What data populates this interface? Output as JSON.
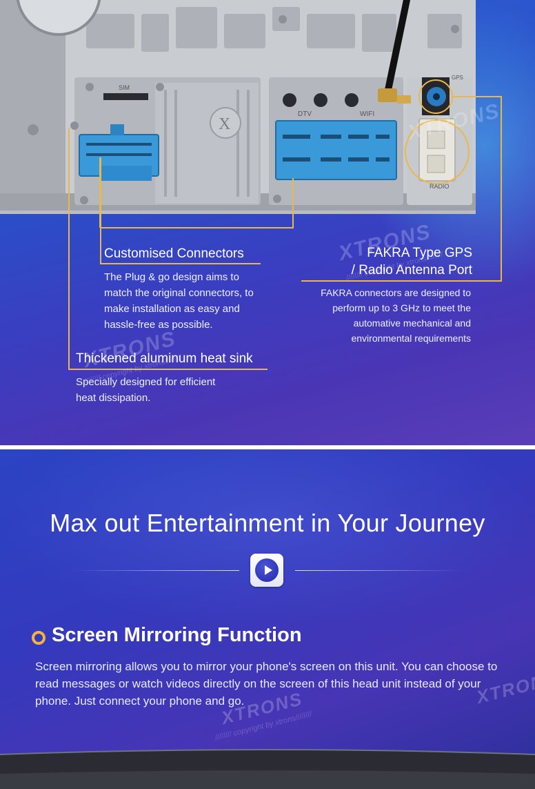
{
  "unit": {
    "labels": {
      "sim": "SIM",
      "dtv": "DTV",
      "wifi": "WIFI",
      "gps": "GPS",
      "radio": "RADIO"
    },
    "logo_icon": "xtrons-x-logo-icon"
  },
  "callouts": {
    "connectors": {
      "title": "Customised Connectors",
      "body": "The Plug & go design aims to match the original connectors, to make installation as easy and hassle-free as possible."
    },
    "fakra": {
      "title_line1": "FAKRA Type GPS",
      "title_line2": "/ Radio Antenna Port",
      "body": "FAKRA connectors are designed to perform up to 3 GHz to meet the automative mechanical and environmental requirements"
    },
    "heatsink": {
      "title": "Thickened aluminum heat sink",
      "body": "Specially designed for efficient heat dissipation."
    }
  },
  "watermarks": {
    "brand": "XTRONS",
    "registered": "®",
    "copyright": "//////// copyright by xtrons////////"
  },
  "section": {
    "headline": "Max out Entertainment in Your Journey",
    "play_icon": "play-icon",
    "feature_title": "Screen Mirroring Function",
    "feature_desc": "Screen mirroring allows you to mirror your phone's screen on this unit. You can choose to read messages or watch videos directly on the screen of this head unit instead of your phone. Just connect your phone and go."
  },
  "colors": {
    "accent_gold": "#e8b84a",
    "bullet_orange": "#f4b43a",
    "connector_blue": "#3a9ad9",
    "top_bg": "#2f67d6",
    "bottom_bg": "#3539bd"
  }
}
